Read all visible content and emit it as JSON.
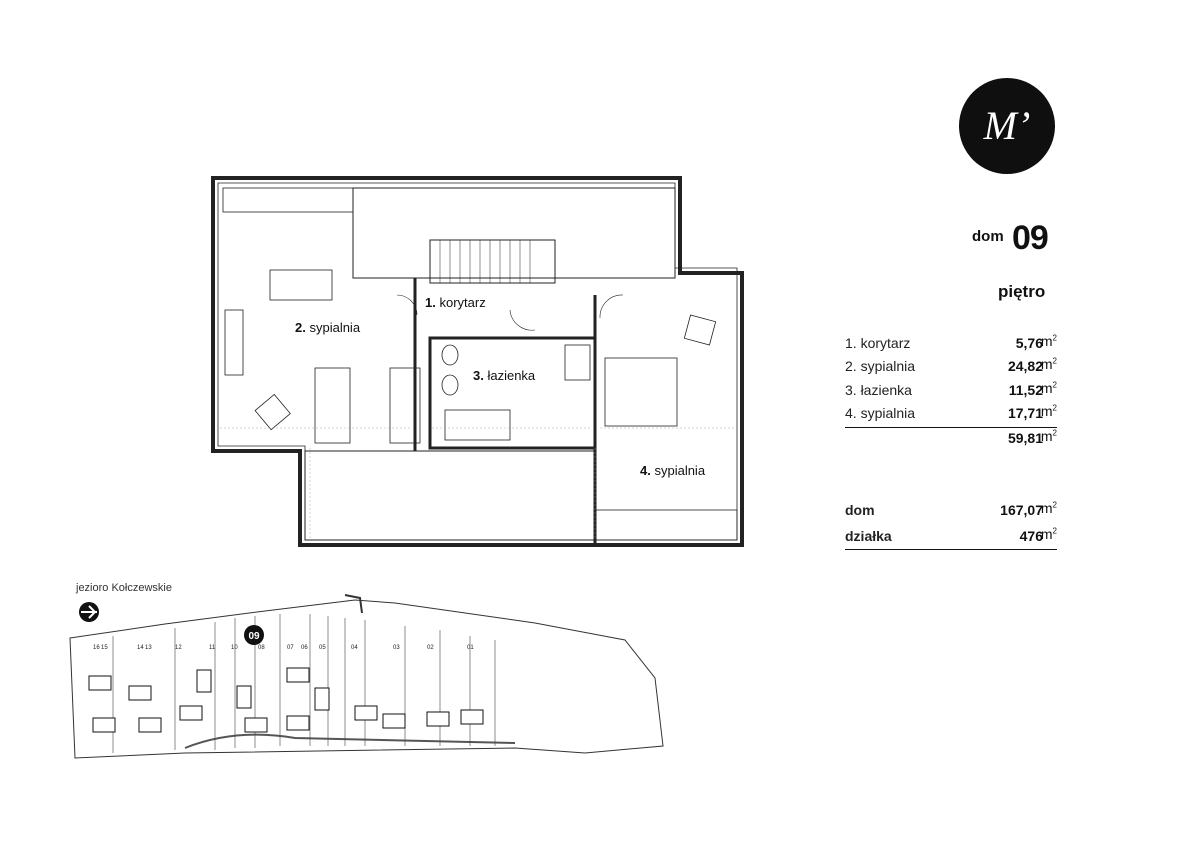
{
  "logo": {
    "text": "M’"
  },
  "header": {
    "house_label": "dom",
    "house_number": "09",
    "floor_label": "piętro"
  },
  "rooms": [
    {
      "name": "1. korytarz",
      "area": "5,76",
      "unit": "m",
      "unit_sup": "2"
    },
    {
      "name": "2. sypialnia",
      "area": "24,82",
      "unit": "m",
      "unit_sup": "2"
    },
    {
      "name": "3. łazienka",
      "area": "11,52",
      "unit": "m",
      "unit_sup": "2"
    },
    {
      "name": "4. sypialnia",
      "area": "17,71",
      "unit": "m",
      "unit_sup": "2"
    }
  ],
  "floor_total": {
    "area": "59,81",
    "unit": "m",
    "unit_sup": "2"
  },
  "summary": [
    {
      "label": "dom",
      "area": "167,07",
      "unit": "m",
      "unit_sup": "2"
    },
    {
      "label": "działka",
      "area": "476",
      "unit": "m",
      "unit_sup": "2"
    }
  ],
  "plan": {
    "rooms": [
      {
        "num": "1.",
        "name": "korytarz"
      },
      {
        "num": "2.",
        "name": "sypialnia"
      },
      {
        "num": "3.",
        "name": "łazienka"
      },
      {
        "num": "4.",
        "name": "sypialnia"
      }
    ]
  },
  "site_map": {
    "lake_label": "jezioro Kołczewskie",
    "highlight": "09",
    "lots": [
      "16",
      "15",
      "14",
      "13",
      "12",
      "11",
      "10",
      "08",
      "07",
      "06",
      "05",
      "04",
      "03",
      "02",
      "01"
    ]
  }
}
